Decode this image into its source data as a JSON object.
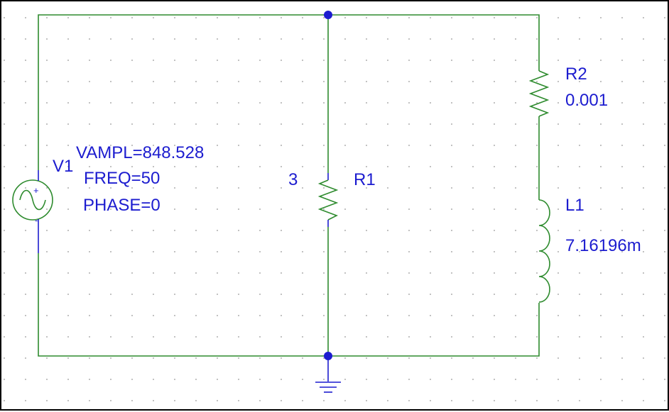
{
  "source": {
    "name": "V1",
    "params": [
      "VAMPL=848.528",
      "FREQ=50",
      "PHASE=0"
    ],
    "plus_mark": "+",
    "minus_mark": "-"
  },
  "r1": {
    "name": "R1",
    "value": "3"
  },
  "r2": {
    "name": "R2",
    "value": "0.001"
  },
  "l1": {
    "name": "L1",
    "value": "7.16196m"
  },
  "colors": {
    "wire": "#2e8b2e",
    "component_body": "#2e8b2e",
    "lead": "#1c1ccf",
    "label": "#1c1ccf",
    "junction": "#1c1ccf",
    "ground": "#1c1ccf"
  },
  "icons": {
    "ac_source": "ac-voltage-source-symbol",
    "resistor": "zigzag-resistor-symbol",
    "inductor": "coil-inductor-symbol",
    "ground": "ground-symbol"
  }
}
